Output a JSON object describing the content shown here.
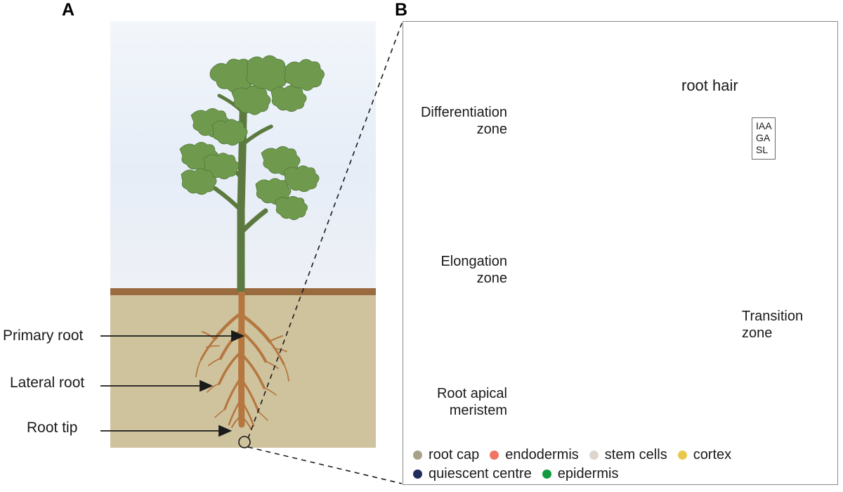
{
  "figure": {
    "panel_a_letter": "A",
    "panel_b_letter": "B"
  },
  "panel_a": {
    "annotations": [
      {
        "label": "Primary root",
        "name": "primary-root"
      },
      {
        "label": "Lateral root",
        "name": "lateral-root"
      },
      {
        "label": "Root tip",
        "name": "root-tip"
      }
    ],
    "colors": {
      "sky": "#eef2f8",
      "soil": "#cfc39e",
      "soil_surface": "#9a6b3f",
      "root": "#b5773f",
      "stem": "#5c7a3f",
      "leaf": "#6f9a4e"
    }
  },
  "panel_b": {
    "zones_left": [
      {
        "label_line1": "Differentiation",
        "label_line2": "zone",
        "name": "differentiation-zone"
      },
      {
        "label_line1": "Elongation",
        "label_line2": "zone",
        "name": "elongation-zone"
      },
      {
        "label_line1": "Root apical",
        "label_line2": "meristem",
        "name": "root-apical-meristem"
      }
    ],
    "zone_right": {
      "label_line1": "Transition",
      "label_line2": "zone",
      "name": "transition-zone"
    },
    "root_hair_label": "root hair",
    "hormones": [
      "IAA",
      "GA",
      "SL"
    ],
    "legend": [
      {
        "label": "root cap",
        "color": "#a9a088"
      },
      {
        "label": "endodermis",
        "color": "#ef7564"
      },
      {
        "label": "stem cells",
        "color": "#ded6cc"
      },
      {
        "label": "cortex",
        "color": "#e8c84e"
      },
      {
        "label": "quiescent centre",
        "color": "#1f2d5c"
      },
      {
        "label": "epidermis",
        "color": "#11993f"
      }
    ]
  }
}
